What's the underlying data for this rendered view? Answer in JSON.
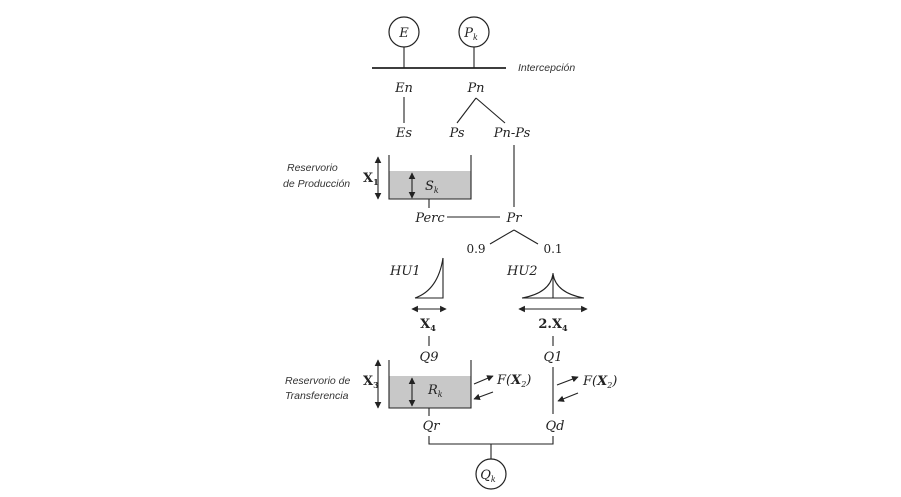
{
  "labels": {
    "E": "E",
    "Pk_main": "P",
    "Pk_sub": "k",
    "intercepcion": "Intercepción",
    "En": "En",
    "Pn": "Pn",
    "Es": "Es",
    "Ps": "Ps",
    "PnPs": "Pn-Ps",
    "res_prod_line1": "Reservorio",
    "res_prod_line2": "de Producción",
    "X1_main": "X",
    "X1_sub": "1",
    "Sk_main": "S",
    "Sk_sub": "k",
    "Perc": "Perc",
    "Pr": "Pr",
    "split_09": "0.9",
    "split_01": "0.1",
    "HU1": "HU1",
    "HU2": "HU2",
    "X4_main": "X",
    "X4_sub": "4",
    "twoX4_main": "2.X",
    "twoX4_sub": "4",
    "Q9": "Q9",
    "Q1": "Q1",
    "res_trans_line1": "Reservorio de",
    "res_trans_line2": "Transferencia",
    "X3_main": "X",
    "X3_sub": "3",
    "Rk_main": "R",
    "Rk_sub": "k",
    "F_left_a": "F(",
    "F_left_b": "X",
    "F_left_c": "2",
    "F_left_d": ")",
    "F_right_a": "F(",
    "F_right_b": "X",
    "F_right_c": "2",
    "F_right_d": ")",
    "Qr": "Qr",
    "Qd": "Qd",
    "Qk_main": "Q",
    "Qk_sub": "k"
  },
  "colors": {
    "line": "#222222",
    "water": "#c8c8c8"
  }
}
